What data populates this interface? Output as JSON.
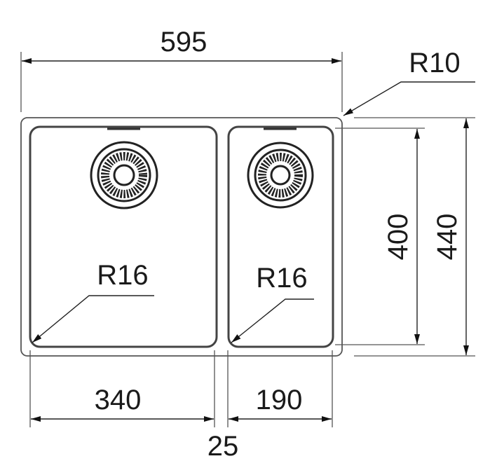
{
  "drawing": {
    "overall_width": "595",
    "overall_depth": "440",
    "bowl_depth": "400",
    "left_bowl_width": "340",
    "right_bowl_width": "190",
    "bowl_gap": "25",
    "outer_corner_radius": "R10",
    "left_bowl_corner_radius": "R16",
    "right_bowl_corner_radius": "R16"
  }
}
